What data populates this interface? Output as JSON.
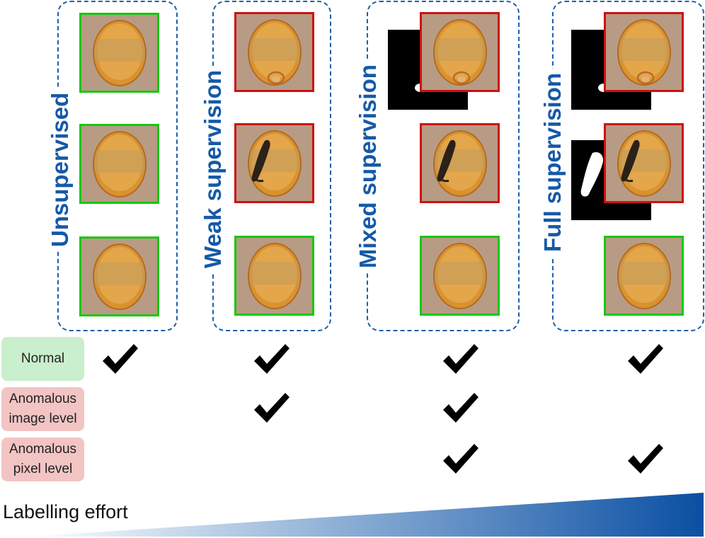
{
  "columns": [
    {
      "label": "Unsupervised",
      "tiles": [
        "normal",
        "normal",
        "normal"
      ]
    },
    {
      "label": "Weak supervision",
      "tiles": [
        "anomalous",
        "anomalous",
        "normal"
      ]
    },
    {
      "label": "Mixed supervision",
      "tiles": [
        "anomalous",
        "anomalous",
        "normal"
      ]
    },
    {
      "label": "Full supervision",
      "tiles": [
        "anomalous",
        "anomalous",
        "normal"
      ]
    }
  ],
  "rows": [
    {
      "label_lines": [
        "Normal"
      ],
      "checks": [
        true,
        true,
        true,
        true
      ]
    },
    {
      "label_lines": [
        "Anomalous",
        "image level"
      ],
      "checks": [
        false,
        true,
        true,
        false
      ]
    },
    {
      "label_lines": [
        "Anomalous",
        "pixel level"
      ],
      "checks": [
        false,
        false,
        true,
        true
      ]
    }
  ],
  "footer": {
    "effort_label": "Labelling effort"
  },
  "colors": {
    "accent": "#1559a8",
    "normal_border": "#16c80f",
    "anomalous_border": "#cc1212",
    "normal_pill": "#c9efcc",
    "anomalous_pill": "#f3c4c4"
  },
  "icons": {
    "check": "checkmark-icon",
    "capsule": "capsule-image"
  }
}
